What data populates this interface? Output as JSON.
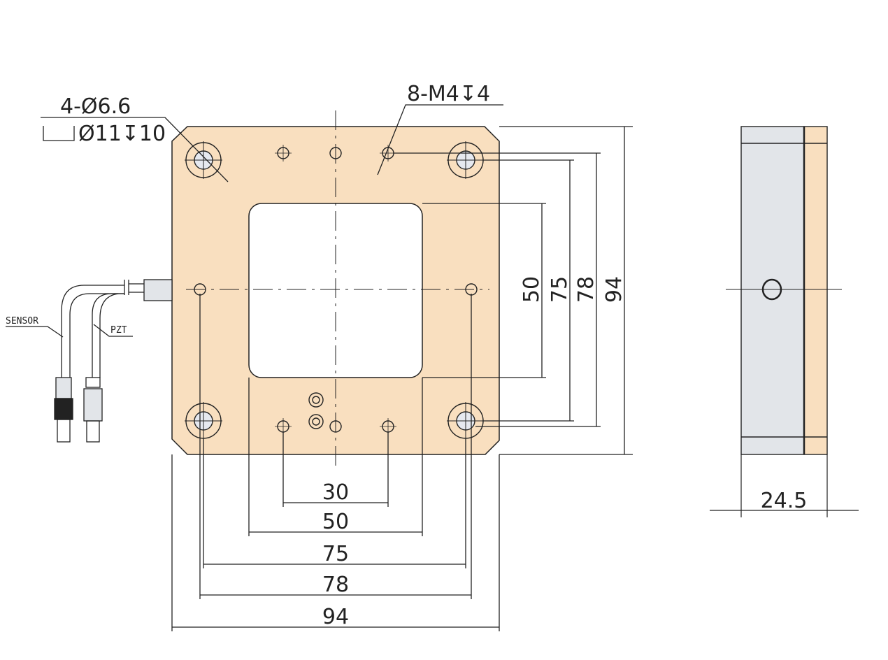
{
  "callouts": {
    "through_hole": "4-Ø6.6",
    "counterbore": "Ø11↧10",
    "tapped": "8-M4↧4"
  },
  "cables": {
    "sensor": "SENSOR",
    "pzt": "PZT"
  },
  "dims_bottom": [
    "30",
    "50",
    "75",
    "78",
    "94"
  ],
  "dims_right": [
    "50",
    "75",
    "78",
    "94"
  ],
  "side_thickness": "24.5",
  "colors": {
    "plate": "#f9dfbf",
    "side": "#e2e5e9",
    "line": "#222222"
  }
}
